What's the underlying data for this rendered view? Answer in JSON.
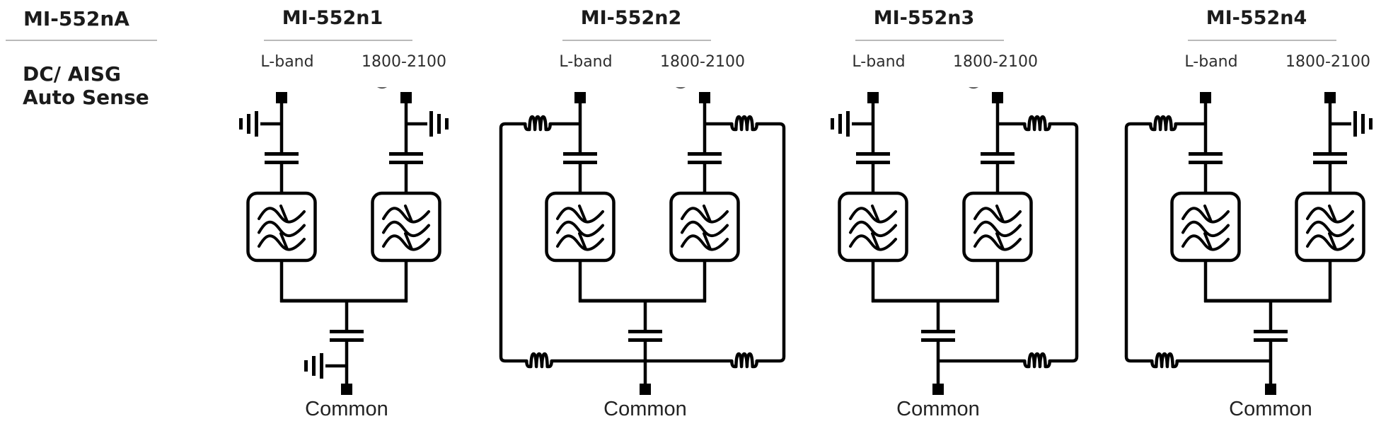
{
  "page": {
    "title": "MI-552n series schematic overview"
  },
  "colors": {
    "stroke": "#000000",
    "title": "#1b1b1b",
    "label": "#2e2e2e",
    "common_text": "#222222",
    "underline": "#b9b9b9",
    "mark": "#3a3a3a",
    "background": "#ffffff"
  },
  "sidebar": {
    "model": "MI-552nA",
    "description": [
      "DC/ AISG",
      "Auto Sense"
    ]
  },
  "circuits": [
    {
      "model": "MI-552n1",
      "left_port_label": "L-band",
      "right_port_label": "1800-2100",
      "common_label": "Common",
      "left_bypass": "ground",
      "right_bypass": "ground",
      "common_bypass": "ground",
      "stray_mark": true
    },
    {
      "model": "MI-552n2",
      "left_port_label": "L-band",
      "right_port_label": "1800-2100",
      "common_label": "Common",
      "left_bypass": "choke",
      "right_bypass": "choke",
      "common_bypass": "none",
      "stray_mark": true
    },
    {
      "model": "MI-552n3",
      "left_port_label": "L-band",
      "right_port_label": "1800-2100",
      "common_label": "Common",
      "left_bypass": "ground",
      "right_bypass": "choke",
      "common_bypass": "none",
      "stray_mark": true
    },
    {
      "model": "MI-552n4",
      "left_port_label": "L-band",
      "right_port_label": "1800-2100",
      "common_label": "Common",
      "left_bypass": "choke",
      "right_bypass": "ground",
      "common_bypass": "none",
      "stray_mark": false
    }
  ]
}
